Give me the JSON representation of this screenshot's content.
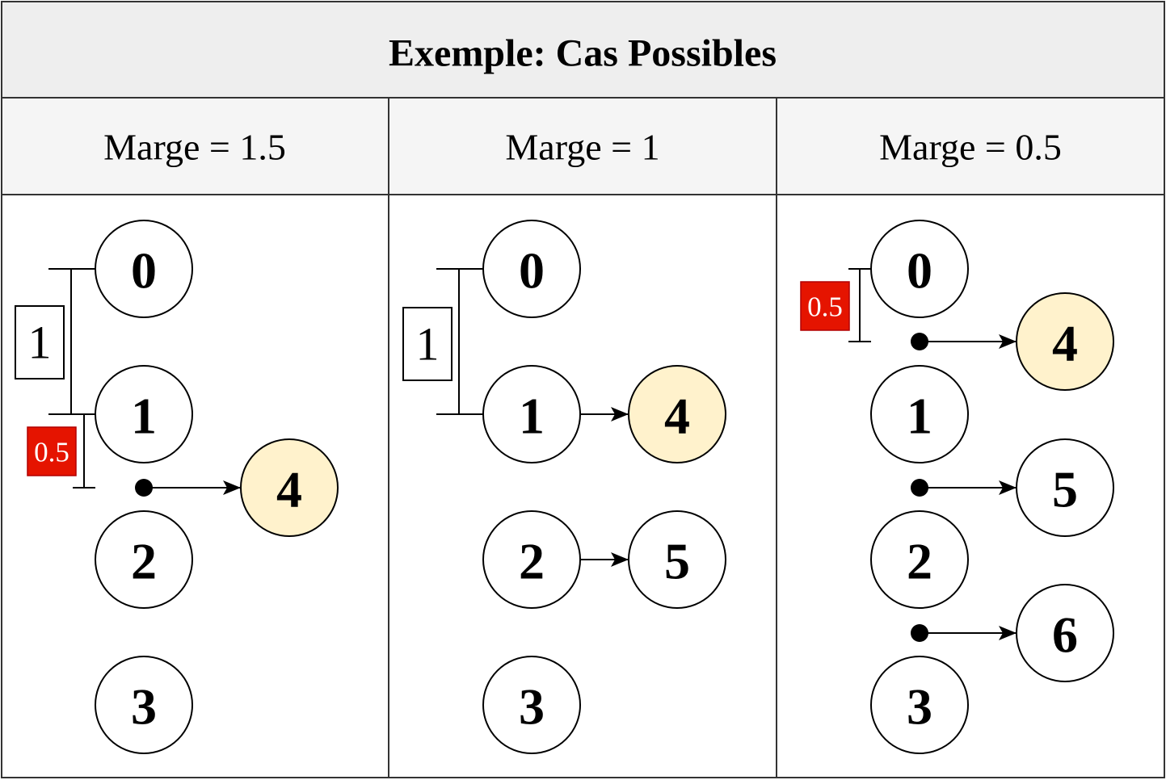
{
  "title": "Exemple: Cas Possibles",
  "colors": {
    "title_bg": "#eeeeee",
    "header_bg": "#f5f5f5",
    "node_fill": "#ffffff",
    "highlight_fill": "#fff2cc",
    "margin_box_fill": "#e51400"
  },
  "columns": [
    {
      "label": "Marge = 1.5",
      "nodes": [
        "0",
        "1",
        "2",
        "3"
      ],
      "new_nodes": [
        {
          "label": "4",
          "highlighted": true
        }
      ],
      "interval_label": "1",
      "margin_label": "0.5"
    },
    {
      "label": "Marge = 1",
      "nodes": [
        "0",
        "1",
        "2",
        "3"
      ],
      "new_nodes": [
        {
          "label": "4",
          "highlighted": true
        },
        {
          "label": "5",
          "highlighted": false
        }
      ],
      "interval_label": "1"
    },
    {
      "label": "Marge = 0.5",
      "nodes": [
        "0",
        "1",
        "2",
        "3"
      ],
      "new_nodes": [
        {
          "label": "4",
          "highlighted": true
        },
        {
          "label": "5",
          "highlighted": false
        },
        {
          "label": "6",
          "highlighted": false
        }
      ],
      "margin_label": "0.5"
    }
  ]
}
